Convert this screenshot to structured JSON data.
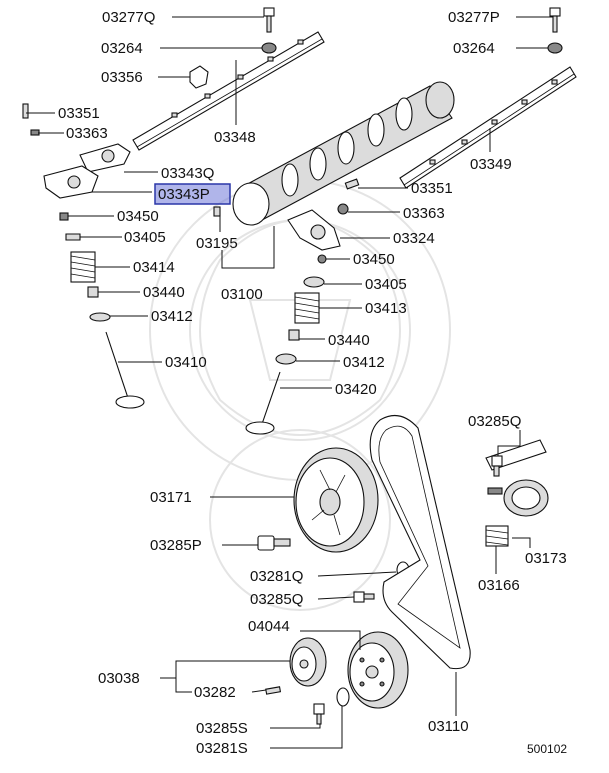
{
  "diagram_code": "500102",
  "highlight_color": "#6f78d8",
  "labels": {
    "l03277Q": "03277Q",
    "l03264a": "03264",
    "l03356": "03356",
    "l03351a": "03351",
    "l03363a": "03363",
    "l03348": "03348",
    "l03343Q": "03343Q",
    "l03343P": "03343P",
    "l03450a": "03450",
    "l03405a": "03405",
    "l03195": "03195",
    "l03414": "03414",
    "l03100": "03100",
    "l03440a": "03440",
    "l03412a": "03412",
    "l03410": "03410",
    "l03277P": "03277P",
    "l03264b": "03264",
    "l03349": "03349",
    "l03351b": "03351",
    "l03363b": "03363",
    "l03324": "03324",
    "l03450b": "03450",
    "l03405b": "03405",
    "l03413": "03413",
    "l03440b": "03440",
    "l03412b": "03412",
    "l03420": "03420",
    "l03285Q": "03285Q",
    "l03171": "03171",
    "l03285P": "03285P",
    "l03173": "03173",
    "l03166": "03166",
    "l03281Q": "03281Q",
    "l03285Qb": "03285Q",
    "l04044": "04044",
    "l03038": "03038",
    "l03282": "03282",
    "l03285S": "03285S",
    "l03281S": "03281S",
    "l03110": "03110"
  }
}
